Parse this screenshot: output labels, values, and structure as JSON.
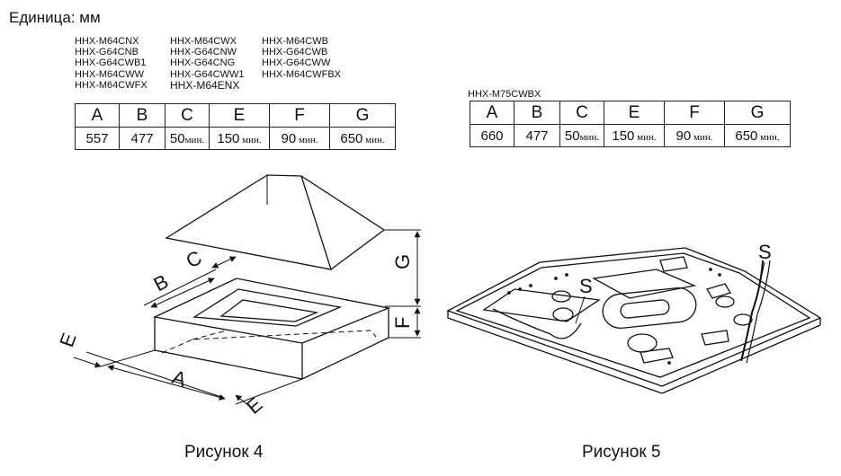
{
  "unit_label": "Единица: мм",
  "fig4": {
    "models": [
      [
        "HHX-M64CNX",
        "HHX-G64CNB",
        "HHX-G64CWB1",
        "HHX-M64CWW",
        "HHX-M64CWFX"
      ],
      [
        "HHX-M64CWX",
        "HHX-G64CNW",
        "HHX-G64CNG",
        "HHX-G64CWW1",
        "HHX-M64ENX"
      ],
      [
        "HHX-M64CWB",
        "HHX-G64CWB",
        "HHX-G64CWW",
        "HHX-M64CWFBX"
      ]
    ],
    "headers": [
      "A",
      "B",
      "C",
      "E",
      "F",
      "G"
    ],
    "values": [
      {
        "num": "557",
        "suffix": ""
      },
      {
        "num": "477",
        "suffix": ""
      },
      {
        "num": "50",
        "suffix": "мин."
      },
      {
        "num": "150",
        "suffix": " мин."
      },
      {
        "num": "90",
        "suffix": " мин."
      },
      {
        "num": "650",
        "suffix": " мин."
      }
    ],
    "caption": "Рисунок 4",
    "drawing_labels": {
      "a": "A",
      "b": "B",
      "c": "C",
      "e1": "E",
      "e2": "E",
      "f": "F",
      "g": "G"
    }
  },
  "fig5": {
    "model": "HHX-M75CWBX",
    "headers": [
      "A",
      "B",
      "C",
      "E",
      "F",
      "G"
    ],
    "values": [
      {
        "num": "660",
        "suffix": ""
      },
      {
        "num": "477",
        "suffix": ""
      },
      {
        "num": "50",
        "suffix": "мин."
      },
      {
        "num": "150",
        "suffix": " мин."
      },
      {
        "num": "90",
        "suffix": " мин."
      },
      {
        "num": "650",
        "suffix": " мин."
      }
    ],
    "caption": "Рисунок 5",
    "drawing_labels": {
      "s1": "S",
      "s2": "S"
    }
  }
}
